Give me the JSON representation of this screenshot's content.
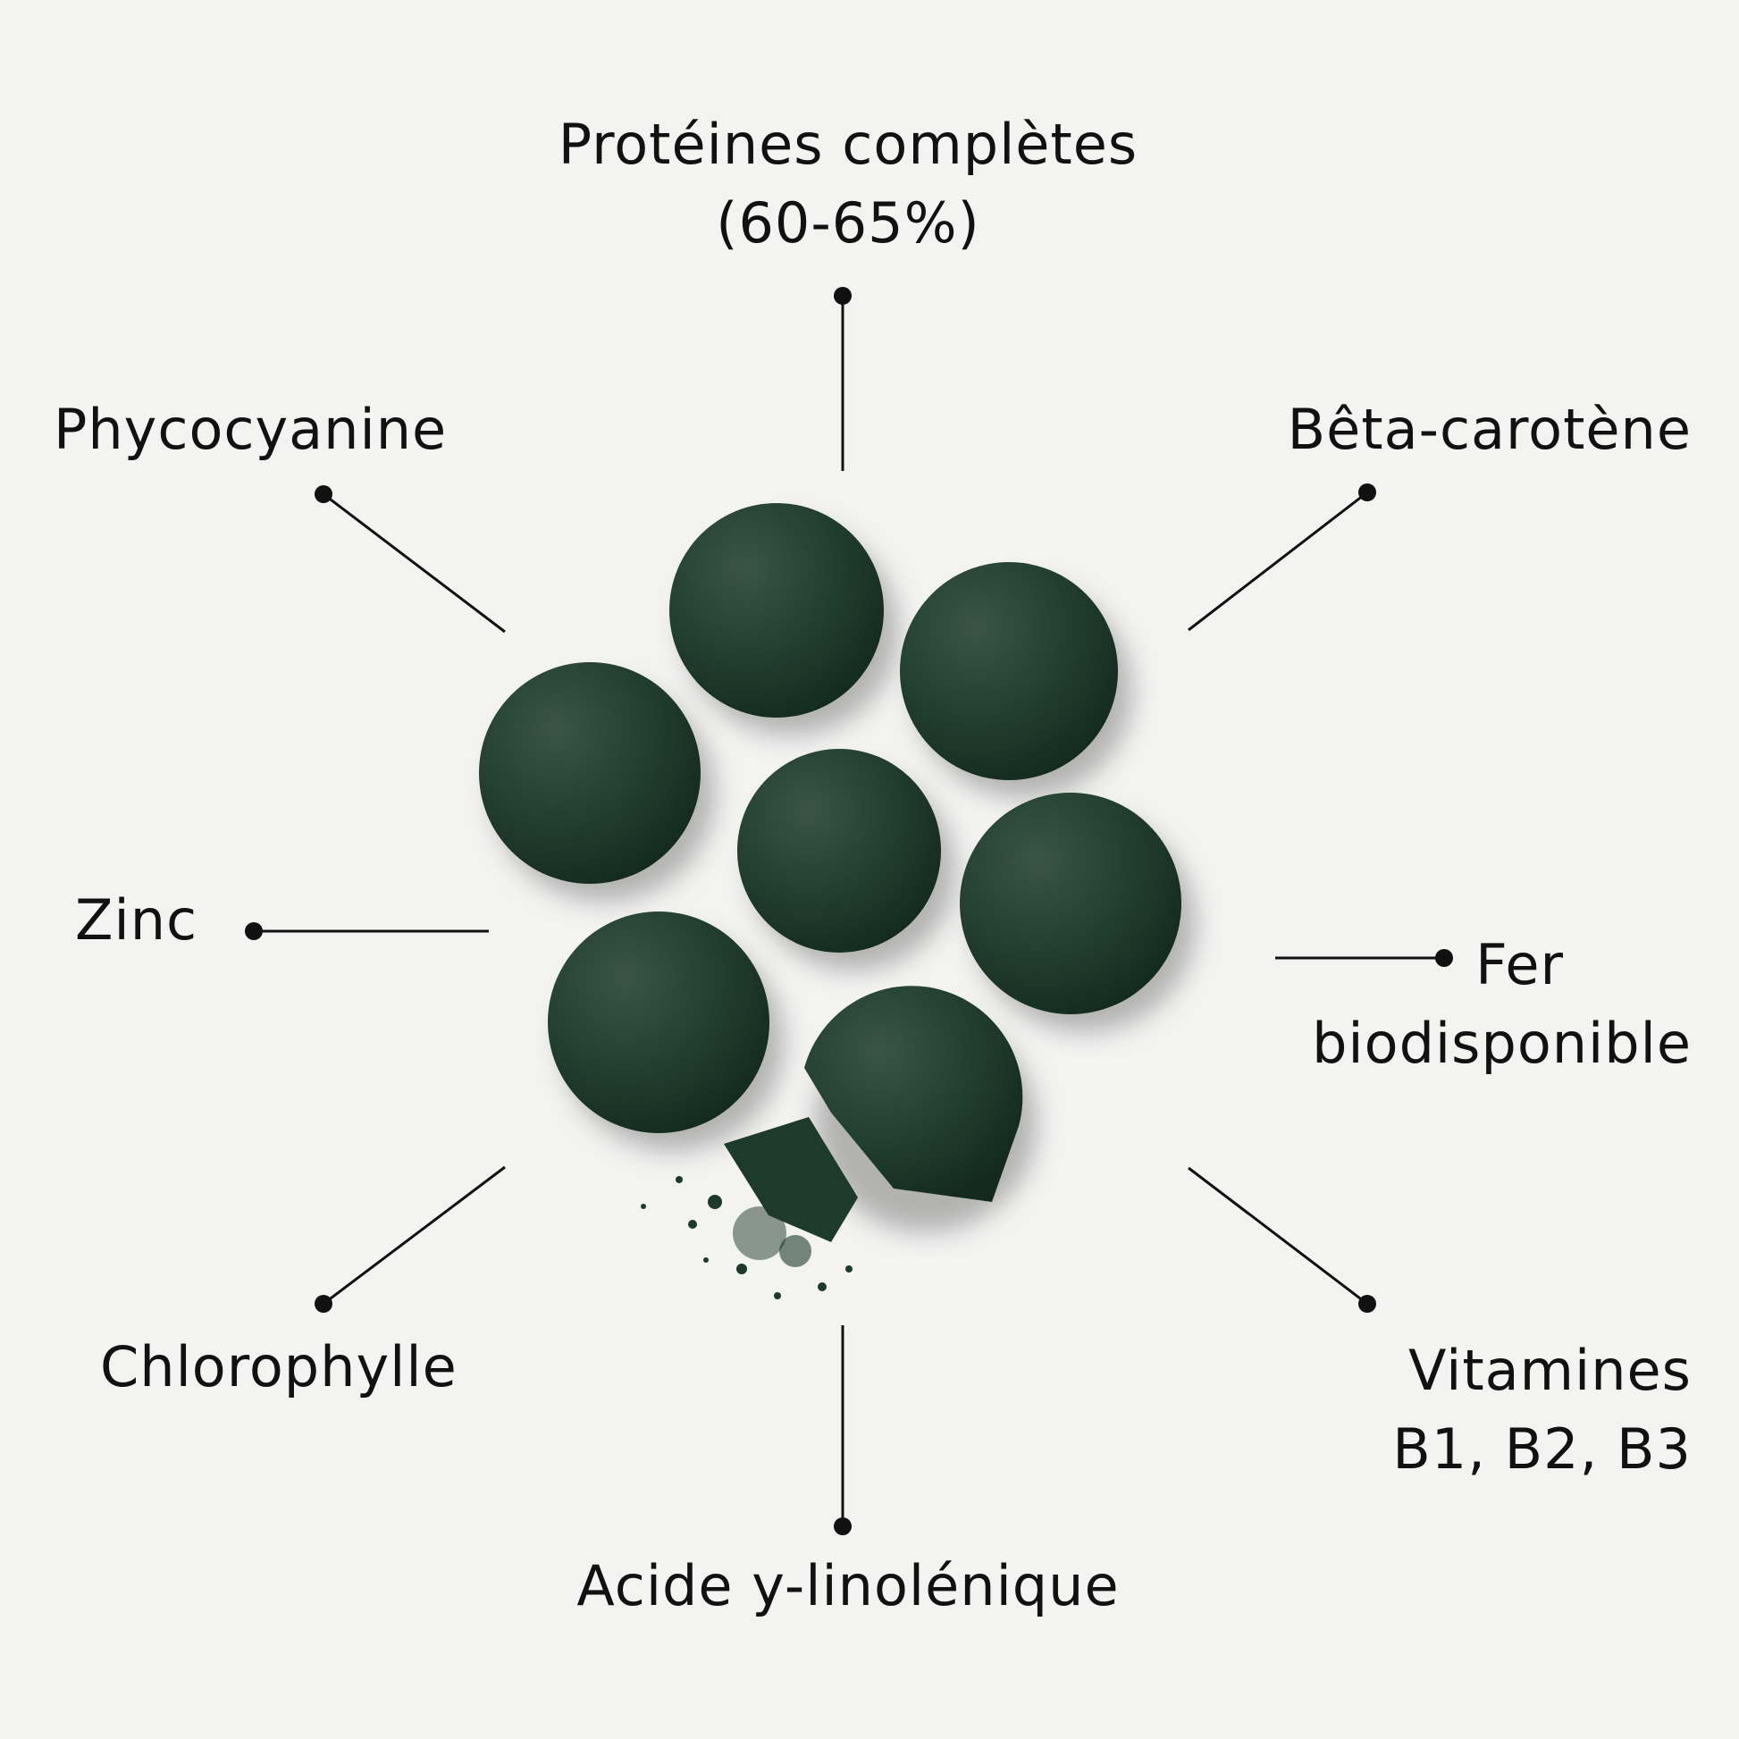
{
  "labels": {
    "proteines": [
      "Protéines complètes",
      "(60-65%)"
    ],
    "phycocyanine": "Phycocyanine",
    "beta_carotene": "Bêta-carotène",
    "zinc": "Zinc",
    "fer": [
      "Fer",
      "biodisponible"
    ],
    "chlorophylle": "Chlorophylle",
    "vitamines": [
      "Vitamines",
      "B1, B2, B3"
    ],
    "acide": "Acide y-linolénique"
  },
  "colors": {
    "background": "#f3f3f2",
    "tablet": "#1f3a2c",
    "line": "#111111"
  }
}
